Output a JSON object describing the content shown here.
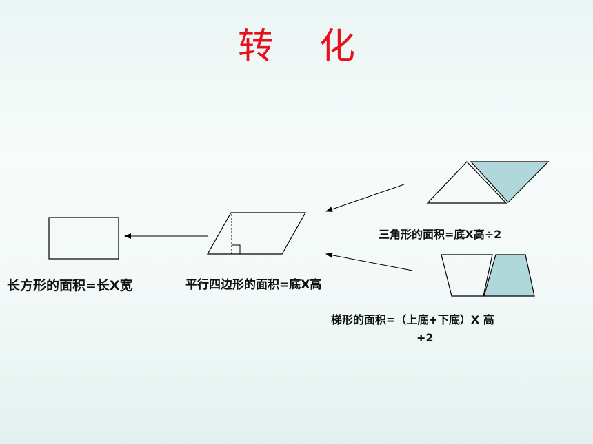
{
  "title": "转    化",
  "formulas": {
    "rectangle": "长方形的面积=长X宽",
    "parallelogram": "平行四边形的面积=底X高",
    "triangle": "三角形的面积=底X高÷2",
    "trapezoid_line1": "梯形的面积=（上底+下底）X 高",
    "trapezoid_line2": "÷2"
  },
  "colors": {
    "title": "#e8101c",
    "shape_fill": "#b0d8da",
    "stroke": "#000000"
  }
}
